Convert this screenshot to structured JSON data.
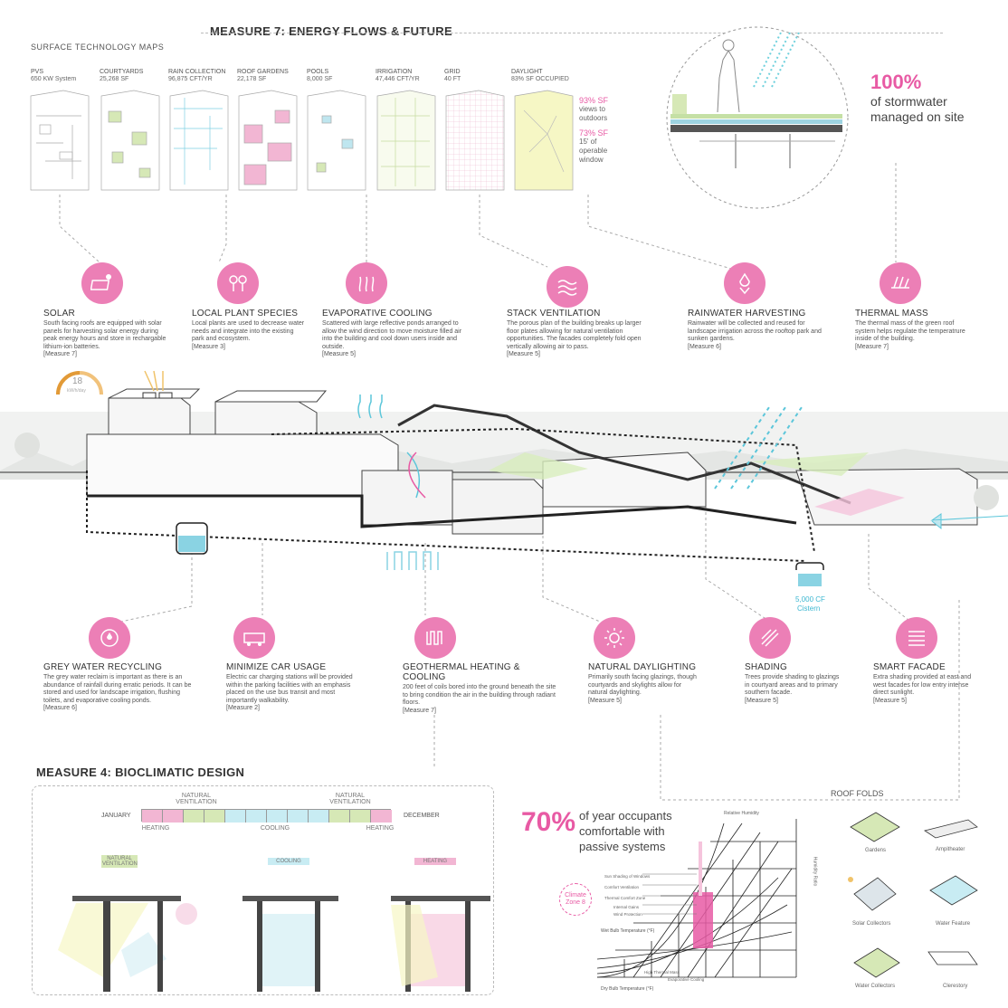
{
  "header": {
    "measure7_title": "MEASURE 7: ENERGY FLOWS & FUTURE",
    "surface_maps_title": "SURFACE TECHNOLOGY MAPS"
  },
  "maps": [
    {
      "label": "PVS",
      "sub": "650 KW System"
    },
    {
      "label": "COURTYARDS",
      "sub": "25,268 SF"
    },
    {
      "label": "RAIN COLLECTION",
      "sub": "96,875 CFT/YR"
    },
    {
      "label": "ROOF GARDENS",
      "sub": "22,178 SF"
    },
    {
      "label": "POOLS",
      "sub": "8,000 SF"
    },
    {
      "label": "IRRIGATION",
      "sub": "47,446 CFT/YR"
    },
    {
      "label": "GRID",
      "sub": "40 FT"
    },
    {
      "label": "DAYLIGHT",
      "sub": "83% SF OCCUPIED"
    }
  ],
  "daylight_stats": {
    "views_value": "93% SF",
    "views_text": "views to outdoors",
    "window_value": "73% SF",
    "window_text": "15' of operable window"
  },
  "stormwater": {
    "value": "100%",
    "text": "of stormwater managed on site"
  },
  "strategies_top": [
    {
      "title": "SOLAR",
      "body": "South facing roofs are equipped with solar panels for harvesting solar energy during peak energy hours and store in rechargable lithium-ion batteries.",
      "ref": "[Measure 7]"
    },
    {
      "title": "LOCAL PLANT SPECIES",
      "body": "Local plants are used to decrease water needs and integrate into the existing park and ecosystem.",
      "ref": "[Measure 3]"
    },
    {
      "title": "EVAPORATIVE COOLING",
      "body": "Scattered with large reflective ponds arranged to allow the wind direction to move moisture filled air into the building and cool down users inside and outside.",
      "ref": "[Measure 5]"
    },
    {
      "title": "STACK VENTILATION",
      "body": "The porous plan of the building breaks up larger floor plates allowing for natural ventilation opportunities. The facades completely fold open vertically allowing air to pass.",
      "ref": "[Measure 5]"
    },
    {
      "title": "RAINWATER HARVESTING",
      "body": "Rainwater will be collected and reused for landscape irrigation across the rooftop park and sunken gardens.",
      "ref": "[Measure 6]"
    },
    {
      "title": "THERMAL MASS",
      "body": "The thermal mass of the green roof system helps regulate the temperatrure inside of the building.",
      "ref": "[Measure 7]"
    }
  ],
  "strategies_bottom": [
    {
      "title": "GREY WATER RECYCLING",
      "body": "The grey water reclaim is important as there is an abundance of rainfall during erratic periods. It can be stored and used for landscape irrigation, flushing toilets, and evaporative cooling ponds.",
      "ref": "[Measure 6]"
    },
    {
      "title": "MINIMIZE CAR USAGE",
      "body": "Electric car charging stations will be provided within the parking facilities with an emphasis placed on the use bus transit and most importantly walkability.",
      "ref": "[Measure 2]"
    },
    {
      "title": "GEOTHERMAL HEATING & COOLING",
      "body": "200 feet of coils bored into the ground beneath the site to bring condition the air in the building through radiant floors.",
      "ref": "[Measure 7]"
    },
    {
      "title": "NATURAL DAYLIGHTING",
      "body": "Primarily south facing glazings, though courtyards and skylights allow for natural daylighting.",
      "ref": "[Measure 5]"
    },
    {
      "title": "SHADING",
      "body": "Trees provide shading to glazings in courtyard areas and to primary southern facade.",
      "ref": "[Measure 5]"
    },
    {
      "title": "SMART FACADE",
      "body": "Extra shading provided at east and west facades for low entry intense direct sunlight.",
      "ref": "[Measure 5]"
    }
  ],
  "solar_gauge": {
    "value": "18",
    "unit": "kW/h/day"
  },
  "cistern": {
    "value": "5,000 CF",
    "label": "Cistern"
  },
  "bioclimatic": {
    "title": "MEASURE 4: BIOCLIMATIC DESIGN",
    "start": "JANUARY",
    "end": "DECEMBER",
    "labels": {
      "heating": "HEATING",
      "natural_ventilation": "NATURAL VENTILATION",
      "cooling": "COOLING"
    },
    "sections": [
      "NATURAL VENTILATION",
      "COOLING",
      "HEATING"
    ]
  },
  "comfort": {
    "value": "70%",
    "text": "of year occupants comfortable with passive systems",
    "zone": "Climate Zone 8",
    "chart_title": "Relative Humidity",
    "ylabel": "Humidity Ratio",
    "wet_bulb": "Wet Bulb Temperature (°F)",
    "dry_bulb": "Dry Bulb Temperature (°F)",
    "chart_labels": [
      "Sun Shading of Windows",
      "Comfort Ventilation",
      "Thermal Comfort Zone",
      "Internal Gains",
      "Wind Protection",
      "High Thermal Mass",
      "Evaporative Cooling"
    ]
  },
  "roof_folds": {
    "title": "ROOF FOLDS",
    "items": [
      "Gardens",
      "Ampitheater",
      "Solar Collectors",
      "Water Feature",
      "Water Collectors",
      "Clerestory"
    ]
  },
  "colors": {
    "pink": "#ec7fb6",
    "cyan": "#3db7d1",
    "green": "#c5e0a5",
    "yellow": "#f3f4b5"
  }
}
